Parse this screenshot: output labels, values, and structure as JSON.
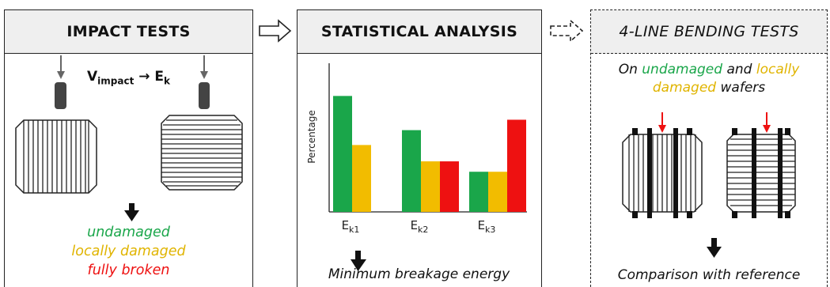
{
  "panels": {
    "impact": {
      "title": "IMPACT TESTS",
      "formula_v": "V",
      "formula_sub": "impact",
      "formula_arrow": "→",
      "formula_e": "E",
      "formula_esub": "k",
      "outcomes": [
        {
          "label": "undamaged",
          "color": "#1aa64a"
        },
        {
          "label": "locally damaged",
          "color": "#e0b400"
        },
        {
          "label": "fully broken",
          "color": "#ee1111"
        }
      ]
    },
    "stats": {
      "title": "STATISTICAL ANALYSIS",
      "caption": "Minimum breakage energy"
    },
    "bending": {
      "title": "4-LINE BENDING TESTS",
      "line1_prefix": "On ",
      "line1_green": "undamaged",
      "line1_mid": " and ",
      "line1_yellow": "locally",
      "line2_yellow": "damaged",
      "line2_suffix": " wafers",
      "caption": "Comparison with reference"
    }
  },
  "colors": {
    "green": "#1aa64a",
    "yellow": "#f2bc00",
    "red": "#ee1111"
  },
  "chart_data": {
    "type": "bar",
    "ylabel": "Percentage",
    "categories": [
      {
        "main": "E",
        "sub": "k1"
      },
      {
        "main": "E",
        "sub": "k2"
      },
      {
        "main": "E",
        "sub": "k3"
      }
    ],
    "series": [
      {
        "color": "#1aa64a",
        "values": [
          78,
          55,
          27
        ]
      },
      {
        "color": "#f2bc00",
        "values": [
          45,
          34,
          27
        ]
      },
      {
        "color": "#ee1111",
        "values": [
          0,
          34,
          62
        ]
      }
    ],
    "ylim": [
      0,
      100
    ]
  }
}
